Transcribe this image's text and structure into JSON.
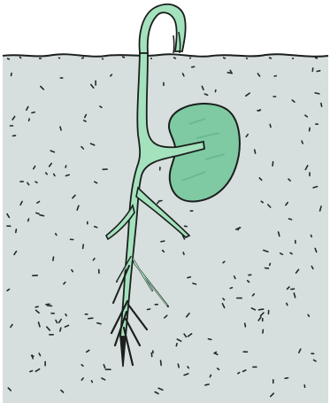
{
  "colors": {
    "background": "#ffffff",
    "soil": "#d7dfde",
    "soil_specks": "#1f2a2a",
    "seed": "#7fcaa2",
    "stem": "#a4e2be",
    "outline": "#1b1f1d"
  },
  "parts": [
    {
      "id": "soil",
      "icon": "soil-section"
    },
    {
      "id": "soil-surface",
      "icon": "wavy-ground-line"
    },
    {
      "id": "hypocotyl-hook",
      "icon": "curved-shoot-hook"
    },
    {
      "id": "seed",
      "icon": "bean-seed"
    },
    {
      "id": "radicle",
      "icon": "branching-root"
    }
  ]
}
